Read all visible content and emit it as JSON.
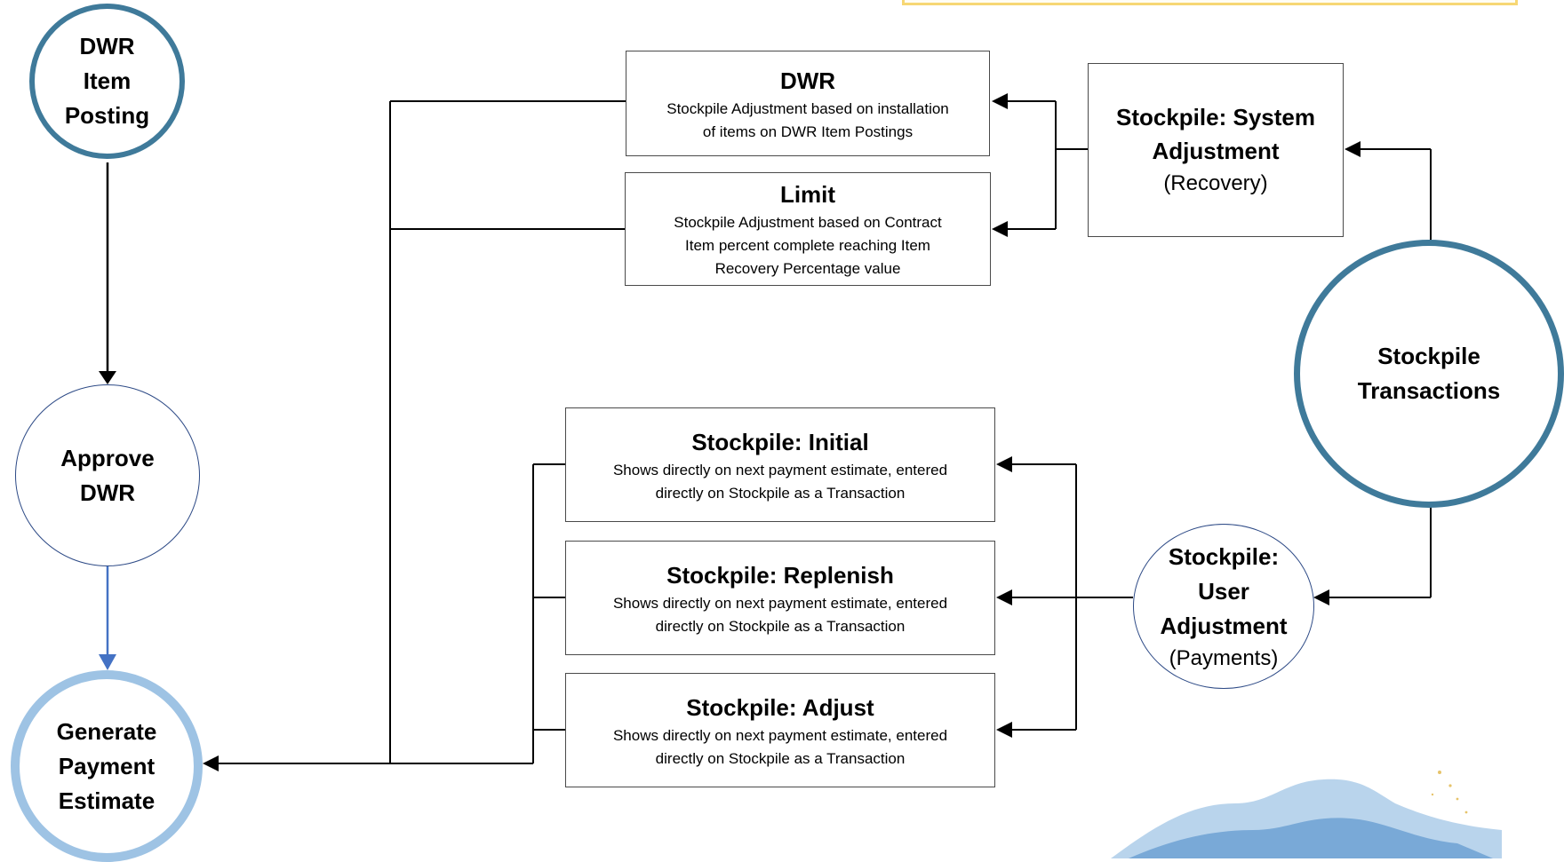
{
  "diagram": {
    "nodes": {
      "dwr_item_posting": {
        "lines": [
          "DWR",
          "Item",
          "Posting"
        ]
      },
      "approve_dwr": {
        "lines": [
          "Approve",
          "DWR"
        ]
      },
      "generate_payment_estimate": {
        "lines": [
          "Generate",
          "Payment",
          "Estimate"
        ]
      },
      "stockpile_transactions": {
        "lines": [
          "Stockpile",
          "Transactions"
        ]
      },
      "system_adjustment": {
        "title_lines": [
          "Stockpile: System",
          "Adjustment"
        ],
        "subtitle": "(Recovery)"
      },
      "user_adjustment": {
        "title_lines": [
          "Stockpile:",
          "User",
          "Adjustment"
        ],
        "subtitle": "(Payments)"
      },
      "dwr_box": {
        "title": "DWR",
        "desc_lines": [
          "Stockpile Adjustment based on installation",
          "of items on DWR Item Postings"
        ]
      },
      "limit_box": {
        "title": "Limit",
        "desc_lines": [
          "Stockpile Adjustment based on Contract",
          "Item percent complete reaching Item",
          "Recovery Percentage value"
        ]
      },
      "initial_box": {
        "title": "Stockpile: Initial",
        "desc_lines": [
          "Shows directly on next payment estimate, entered",
          "directly on Stockpile as a Transaction"
        ]
      },
      "replenish_box": {
        "title": "Stockpile: Replenish",
        "desc_lines": [
          "Shows directly on next payment estimate, entered",
          "directly on Stockpile as a Transaction"
        ]
      },
      "adjust_box": {
        "title": "Stockpile: Adjust",
        "desc_lines": [
          "Shows directly on next payment estimate, entered",
          "directly on Stockpile as a Transaction"
        ]
      }
    },
    "colors": {
      "circle_border_dark": "#3f7a9a",
      "circle_border_light": "#9ec3e4",
      "circle_border_thin": "#2d4a86",
      "connector_blue": "#4472c4",
      "connector_black": "#000000",
      "banner_border": "#f7d774"
    }
  }
}
